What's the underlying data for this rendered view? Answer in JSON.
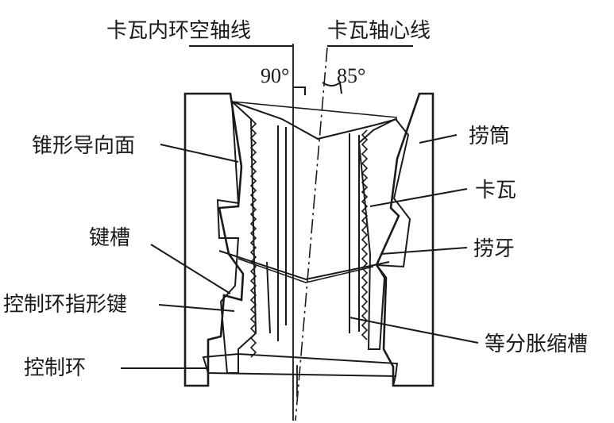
{
  "labels": {
    "inner_axis": "卡瓦内环空轴线",
    "slip_axis": "卡瓦轴心线",
    "angle_left": "90°",
    "angle_right": "85°",
    "cone_guide": "锥形导向面",
    "keyway": "键槽",
    "control_ring_key": "控制环指形键",
    "control_ring": "控制环",
    "barrel": "捞筒",
    "slip": "卡瓦",
    "teeth": "捞牙",
    "expansion_slot": "等分胀缩槽"
  },
  "colors": {
    "line": "#1a1a1a",
    "background": "#ffffff"
  }
}
